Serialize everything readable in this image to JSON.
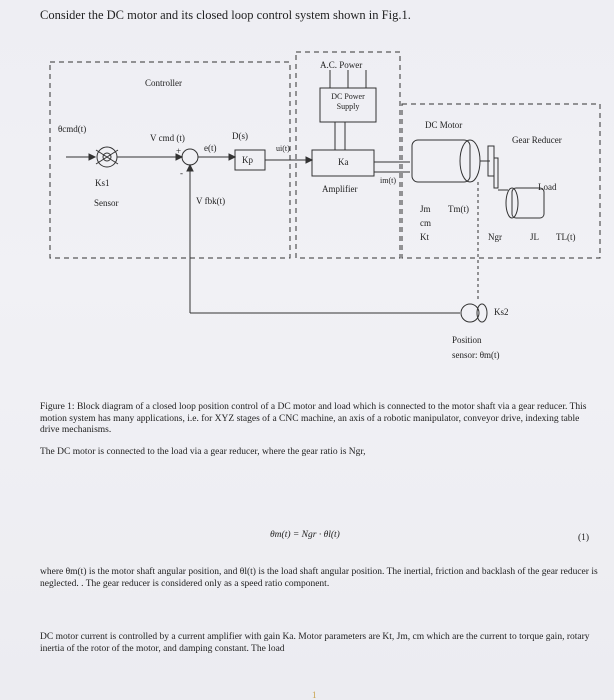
{
  "heading": "Consider the DC motor and its closed loop control system shown in Fig.1.",
  "diagram": {
    "controller": "Controller",
    "ac_power": "A.C. Power",
    "dc_power_supply": "DC Power Supply",
    "dc_motor": "DC Motor",
    "gear_reducer": "Gear Reducer",
    "load": "Load",
    "theta_cmd": "θcmd(t)",
    "v_cmd": "V cmd (t)",
    "plus": "+",
    "minus": "-",
    "error": "e(t)",
    "ds": "D(s)",
    "kp": "Kp",
    "ui": "ui(t)",
    "ka": "Ka",
    "amplifier": "Amplifier",
    "im": "im(t)",
    "ks1": "Ks1",
    "sensor": "Sensor",
    "v_fbk": "V fbk(t)",
    "jm": "Jm",
    "cm": "cm",
    "kt": "Kt",
    "tm": "Tm(t)",
    "ngr": "Ngr",
    "jl": "JL",
    "tl": "TL(t)",
    "ks2": "Ks2",
    "position": "Position",
    "position_sensor": "sensor: θm(t)"
  },
  "caption": "Figure 1: Block diagram of a closed loop position control of a DC motor and load which is connected to the motor shaft via a gear reducer. This motion system has many applications, i.e. for XYZ stages of a CNC machine, an axis of a robotic manipulator, conveyor drive, indexing table drive mechanisms.",
  "para_gear": "The DC motor is connected to the load via a gear reducer, where the gear ratio is Ngr,",
  "equation": "θm(t) = Ngr · θl(t)",
  "equation_number": "(1)",
  "para_where": "where θm(t) is the motor shaft angular position, and θl(t) is the load shaft angular position. The inertial, friction and backlash of the gear reducer is neglected. . The gear reducer is considered only as a speed ratio component.",
  "para_current": "DC motor current is controlled by a current amplifier with gain Ka. Motor parameters are Kt, Jm, cm which are the current to torque gain, rotary inertia of the rotor of the motor, and damping constant. The load",
  "page_number": "1"
}
